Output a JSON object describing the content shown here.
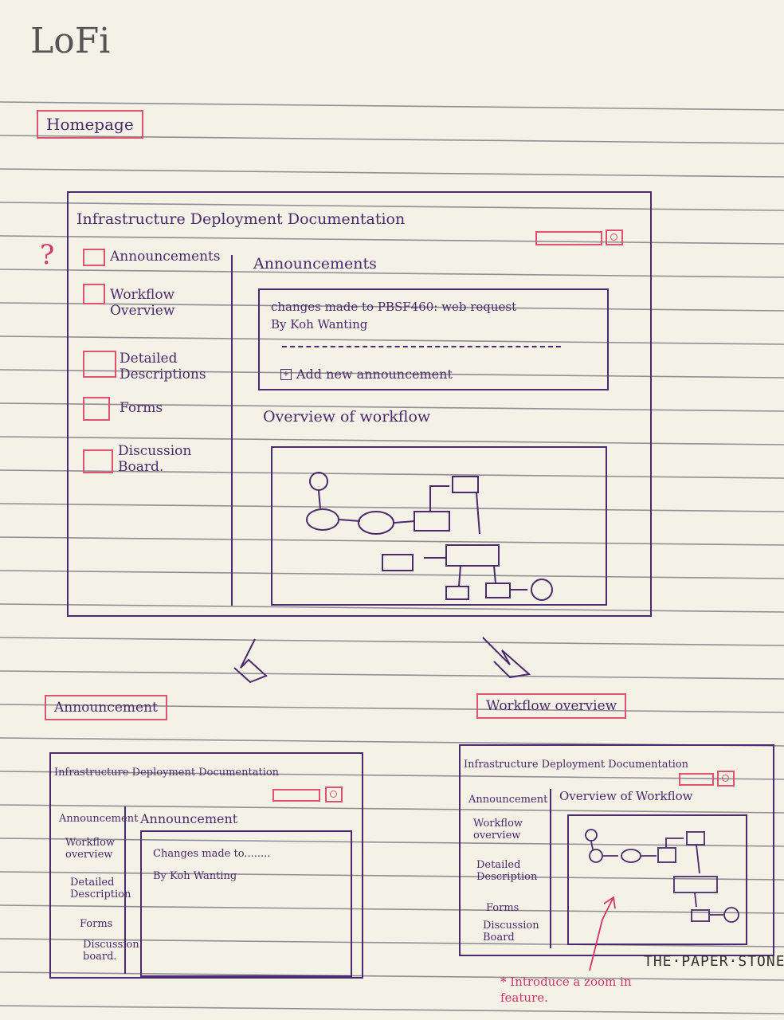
{
  "page_title": "LoFi",
  "question_mark": "?",
  "homepage": {
    "label": "Homepage",
    "app_title": "Infrastructure Deployment Documentation",
    "nav": [
      {
        "label": "Announcements",
        "icon": "megaphone-icon"
      },
      {
        "label": "Workflow Overview",
        "icon": "flowchart-icon"
      },
      {
        "label": "Detailed Descriptions",
        "icon": "book-icon"
      },
      {
        "label": "Forms",
        "icon": "form-icon"
      },
      {
        "label": "Discussion Board.",
        "icon": "discussion-icon"
      }
    ],
    "announcements_heading": "Announcements",
    "announcement_line1": "changes made to PBSF460: web request",
    "announcement_line2": "By Koh Wanting",
    "add_new": "Add new announcement",
    "overview_heading": "Overview of workflow"
  },
  "announcement_screen": {
    "label": "Announcement",
    "app_title": "Infrastructure Deployment Documentation",
    "nav": [
      "Announcement",
      "Workflow overview",
      "Detailed Description",
      "Forms",
      "Discussion board."
    ],
    "heading": "Announcement",
    "line1": "Changes made to........",
    "line2": "By Koh Wanting"
  },
  "workflow_screen": {
    "label": "Workflow overview",
    "app_title": "Infrastructure Deployment Documentation",
    "nav": [
      "Announcement",
      "Workflow overview",
      "Detailed Description",
      "Forms",
      "Discussion Board"
    ],
    "heading": "Overview of Workflow",
    "note": "* Introduce a zoom in feature."
  },
  "brand": "THE·PAPER·STONE",
  "colors": {
    "ink": "#4b2a6e",
    "accent": "#e0506f",
    "paper": "#f4f1e6"
  }
}
